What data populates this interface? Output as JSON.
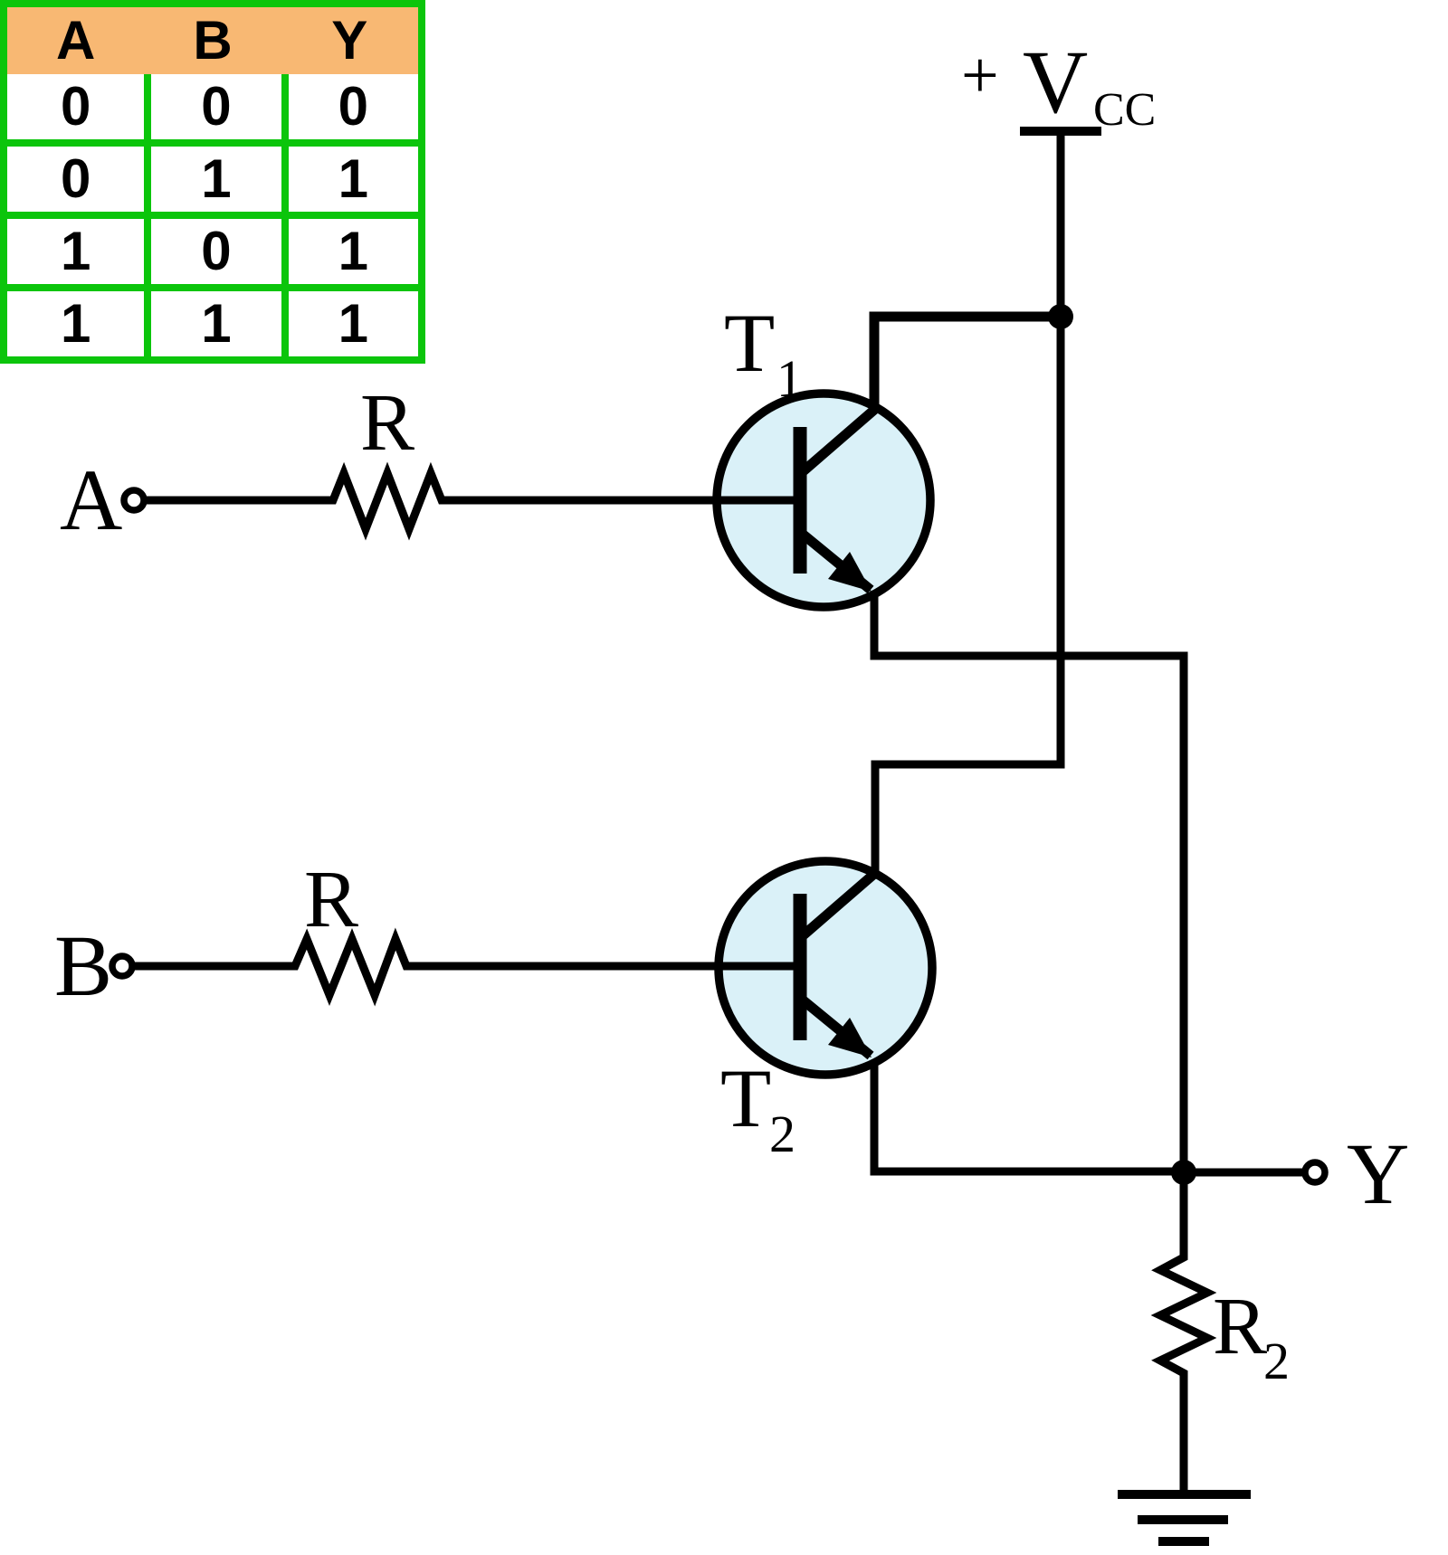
{
  "truth_table": {
    "headers": [
      "A",
      "B",
      "Y"
    ],
    "rows": [
      [
        "0",
        "0",
        "0"
      ],
      [
        "0",
        "1",
        "1"
      ],
      [
        "1",
        "0",
        "1"
      ],
      [
        "1",
        "1",
        "1"
      ]
    ]
  },
  "circuit": {
    "input_a_label": "A",
    "input_b_label": "B",
    "resistor_a_label": "R",
    "resistor_b_label": "R",
    "vcc_plus": "+",
    "vcc_v": "V",
    "vcc_sub": "CC",
    "t1_label": "T",
    "t1_sub": "1",
    "t2_label": "T",
    "t2_sub": "2",
    "r2_label": "R",
    "r2_sub": "2",
    "output_label": "Y"
  },
  "colors": {
    "table-green": "#0bc50b",
    "table-orange": "#f8b873",
    "transistor-fill": "#daf1f8",
    "wire": "#000000"
  }
}
